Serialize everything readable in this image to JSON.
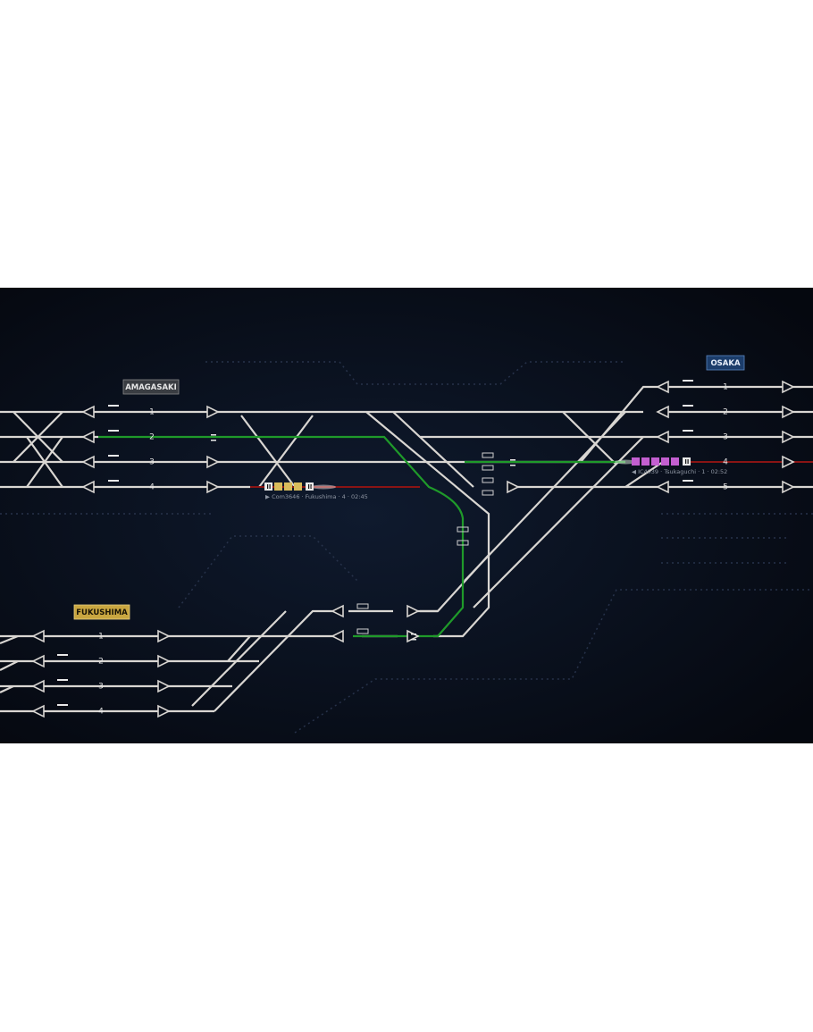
{
  "stations": {
    "amagasaki": {
      "name": "AMAGASAKI",
      "tracks": [
        "1",
        "2",
        "3",
        "4"
      ],
      "color": "#3a3d42"
    },
    "osaka": {
      "name": "OSAKA",
      "tracks": [
        "1",
        "2",
        "3",
        "4",
        "5"
      ],
      "color": "#1c3d6b"
    },
    "fukushima": {
      "name": "FUKUSHIMA",
      "tracks": [
        "1",
        "2",
        "3",
        "4"
      ],
      "color": "#c9a640"
    }
  },
  "trains": [
    {
      "id": "Com3646",
      "info": "▶ Com3646 · Fukushima · 4 · 02:45",
      "color": "#d8bc5c"
    },
    {
      "id": "IC4039",
      "info": "◀ IC4039 · Tsukaguchi · 1 · 02:52",
      "color": "#c35fd0"
    }
  ],
  "colors": {
    "background": "#070b14",
    "track": "#d9d6d2",
    "route": "#1f9a2a",
    "occupied": "#8a1414"
  }
}
